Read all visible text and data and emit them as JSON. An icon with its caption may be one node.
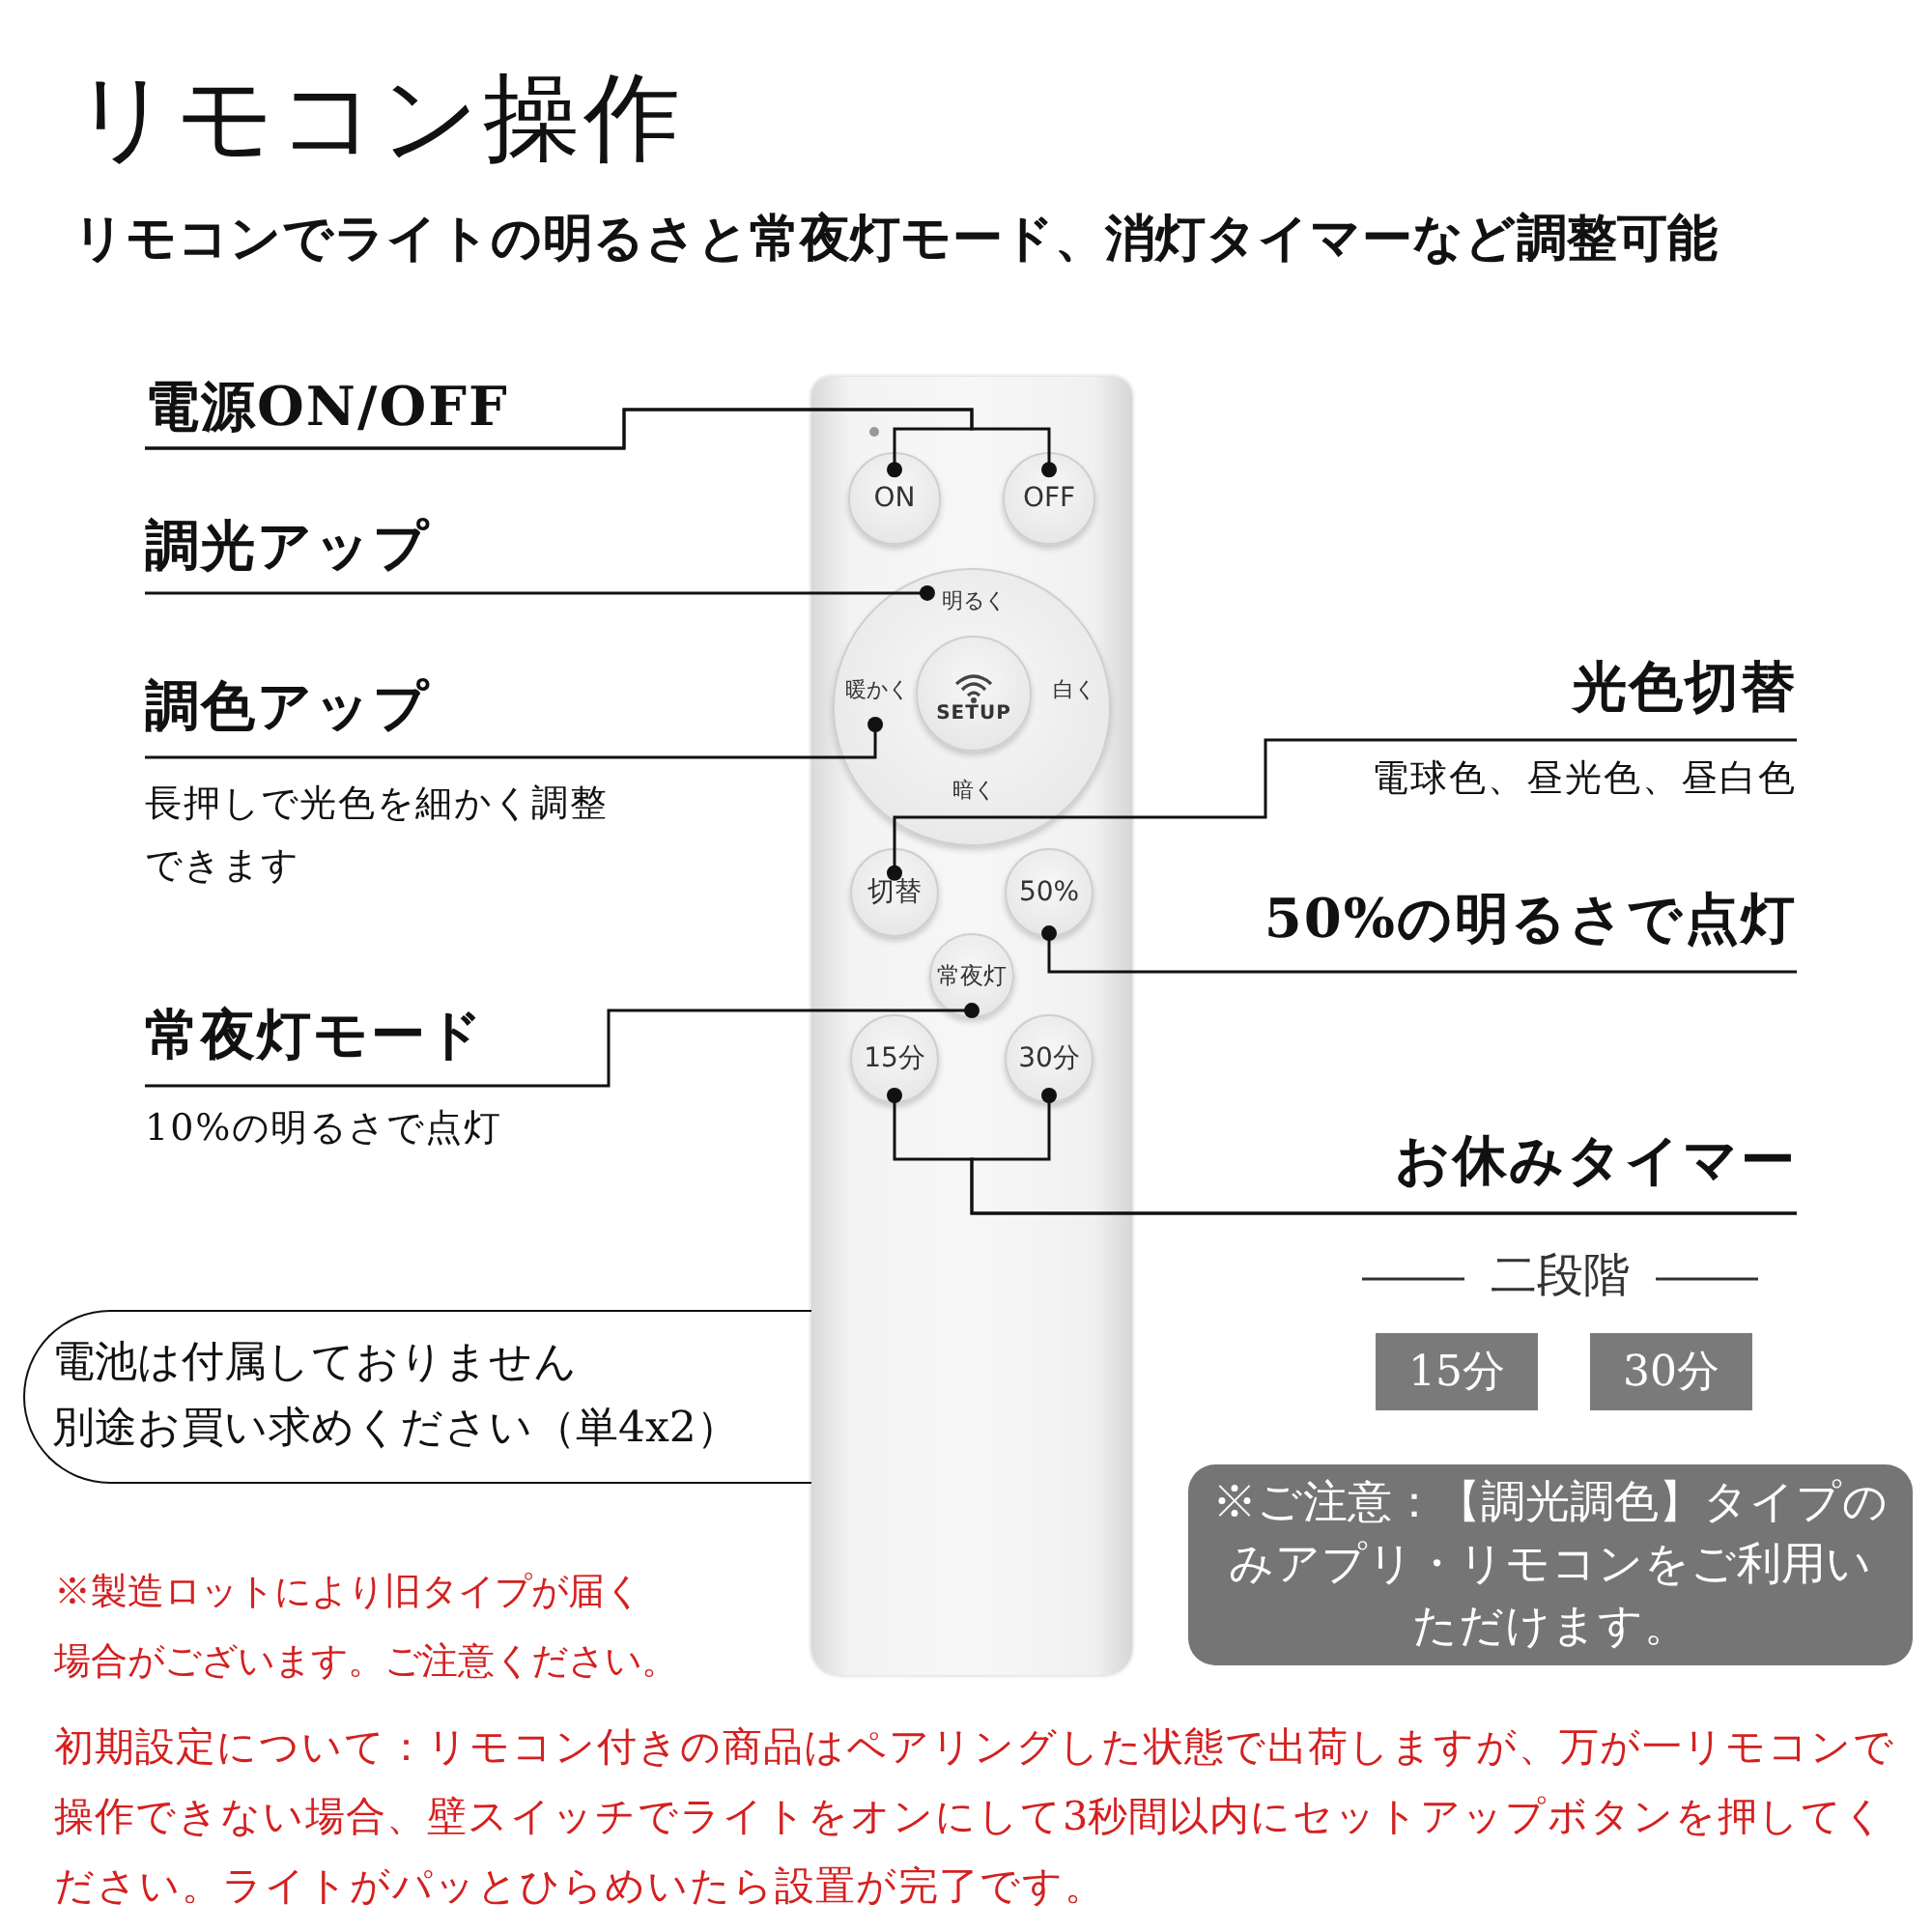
{
  "diagram": {
    "title": "リモコン操作",
    "nodes": [
      {
        "text": [],
        "shape": "box"
      },
      {
        "text": [
          "ON"
        ],
        "in": 0
      },
      {
        "text": [
          "OFF"
        ],
        "in": 0
      },
      {
        "text": [
          "明るく",
          "暖かく",
          "白く",
          "暗く"
        ],
        "in": 0
      },
      {
        "text": [
          "SETUP"
        ],
        "in": 3
      },
      {
        "text": [
          "切替"
        ],
        "in": 0
      },
      {
        "text": [
          "50%"
        ],
        "in": 0
      },
      {
        "text": [
          "常夜灯"
        ],
        "in": 0
      },
      {
        "text": [
          "15分"
        ],
        "in": 0
      },
      {
        "text": [
          "30分"
        ],
        "in": 0
      },
      {
        "text": [
          "電源ON/OFF"
        ]
      },
      {
        "text": [
          "調光アップ"
        ]
      },
      {
        "text": [
          "調色アップ",
          "長押しで光色を細かく調整できます"
        ]
      },
      {
        "text": [
          "光色切替",
          "電球色、昼光色、昼白色"
        ]
      },
      {
        "text": [
          "50%の明るさで点灯"
        ]
      },
      {
        "text": [
          "常夜灯モード",
          "10%の明るさで点灯"
        ]
      },
      {
        "text": [
          "お休みタイマー"
        ]
      },
      {
        "text": [
          "電池は付属しておりません",
          "別途お買い求めください（単4x2）"
        ]
      },
      {
        "text": [
          "15分"
        ]
      },
      {
        "text": [
          "30分"
        ]
      },
      {
        "text": [
          "※ご注意：【調光調色】タイプのみアプリ・リモコンをご利用いただけます。"
        ]
      }
    ],
    "edges": [
      {
        "from": 10,
        "to": 1,
        "arrow": "other"
      },
      {
        "from": 10,
        "to": 2,
        "arrow": "other"
      },
      {
        "from": 11,
        "to": 3,
        "arrow": "other"
      },
      {
        "from": 12,
        "to": 3,
        "arrow": "other"
      },
      {
        "from": 13,
        "to": 5,
        "arrow": "other"
      },
      {
        "from": 14,
        "to": 6,
        "arrow": "other"
      },
      {
        "from": 15,
        "to": 7,
        "arrow": "other"
      },
      {
        "from": 16,
        "to": 8,
        "arrow": "other"
      },
      {
        "from": 16,
        "to": 9,
        "arrow": "other"
      }
    ],
    "labels": [
      "リモコンでライトの明るさと常夜灯モード、消灯タイマーなど調整可能",
      "二段階",
      "※製造ロットにより旧タイプが届く",
      "場合がございます。ご注意ください。",
      "初期設定について：リモコン付きの商品はペアリングした状態で出荷しますが、万が一リモコンで操作できない場合、壁スイッチでライトをオンにして3秒間以内にセットアップボタンを押してください。ライトがパッとひらめいたら設置が完了です。"
    ]
  }
}
